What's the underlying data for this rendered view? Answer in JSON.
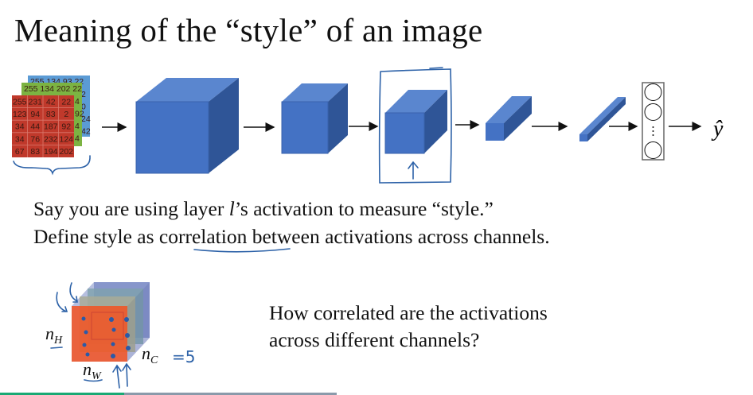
{
  "slide": {
    "title": "Meaning of the “style” of an image",
    "line1_pre": "Say you are using layer ",
    "line1_var": "l",
    "line1_post": "’s activation to measure “style.”",
    "line2_pre": "Define style as ",
    "line2_underlined": "correlation",
    "line2_post": " between activations across channels.",
    "question_line1": "How correlated are the activations",
    "question_line2": "across different channels?",
    "output_label": "ŷ"
  },
  "image_grid": {
    "red_rows": [
      [
        "255",
        "231",
        "42",
        "22"
      ],
      [
        "123",
        "94",
        "83",
        "2"
      ],
      [
        "34",
        "44",
        "187",
        "92"
      ],
      [
        "34",
        "76",
        "232",
        "124"
      ],
      [
        "67",
        "83",
        "194",
        "202"
      ]
    ],
    "green_top_row": [
      "255",
      "134",
      "202",
      "22"
    ],
    "green_right_col": [
      "22",
      "4",
      "92",
      "4",
      "4"
    ],
    "blue_top_row": [
      "255",
      "134",
      "93",
      "22"
    ],
    "blue_right_col": [
      "22",
      "2",
      "0",
      "24",
      "42"
    ],
    "colors": {
      "red": "#c0392b",
      "green": "#7cb342",
      "blue": "#5b9bd5"
    }
  },
  "annotations": {
    "n_h": "n",
    "n_h_sub": "H",
    "n_w": "n",
    "n_w_sub": "W",
    "n_c": "n",
    "n_c_sub": "C",
    "n_c_value": "=5"
  },
  "video_progress": {
    "played": 0.165,
    "buffered": 0.447,
    "played_color": "#1aa974",
    "buffered_color": "#8a9aaa"
  },
  "cube_color": "#4472c4"
}
